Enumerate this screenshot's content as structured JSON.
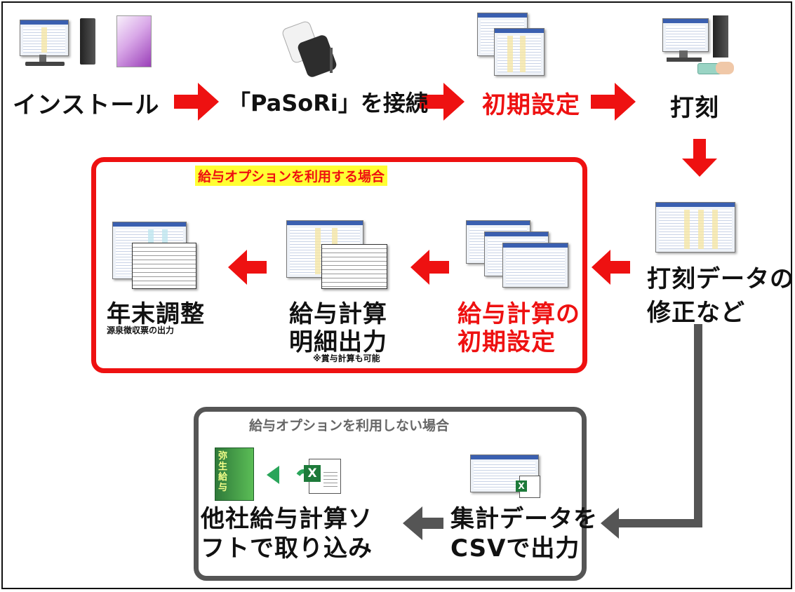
{
  "steps": {
    "install": "インストール",
    "connect": "「PaSoRi」を接続",
    "initial": "初期設定",
    "stamp": "打刻",
    "modify_line1": "打刻データの",
    "modify_line2": "修正など"
  },
  "payroll_option": {
    "title": "給与オプションを利用する場合",
    "init_line1": "給与計算の",
    "init_line2": "初期設定",
    "calc_line1": "給与計算",
    "calc_line2": "明細出力",
    "calc_note": "※賞与計算も可能",
    "yearend": "年末調整",
    "yearend_note": "源泉徴収票の出力"
  },
  "no_option": {
    "title": "給与オプションを利用しない場合",
    "csv_line1": "集計データを",
    "csv_line2": "CSVで出力",
    "other_line1": "他社給与計算ソ",
    "other_line2": "フトで取り込み",
    "box_label": "弥生給与"
  },
  "colors": {
    "accent_red": "#ee1111",
    "gray_box": "#555555",
    "highlight_yellow": "#ffff33"
  },
  "icons": [
    "desktop-pc-icon",
    "software-package-icon",
    "card-reader-icon",
    "settings-screen-icon",
    "pc-with-card-icon",
    "timecard-screen-icon",
    "excel-file-icon",
    "payroll-software-box-icon"
  ]
}
